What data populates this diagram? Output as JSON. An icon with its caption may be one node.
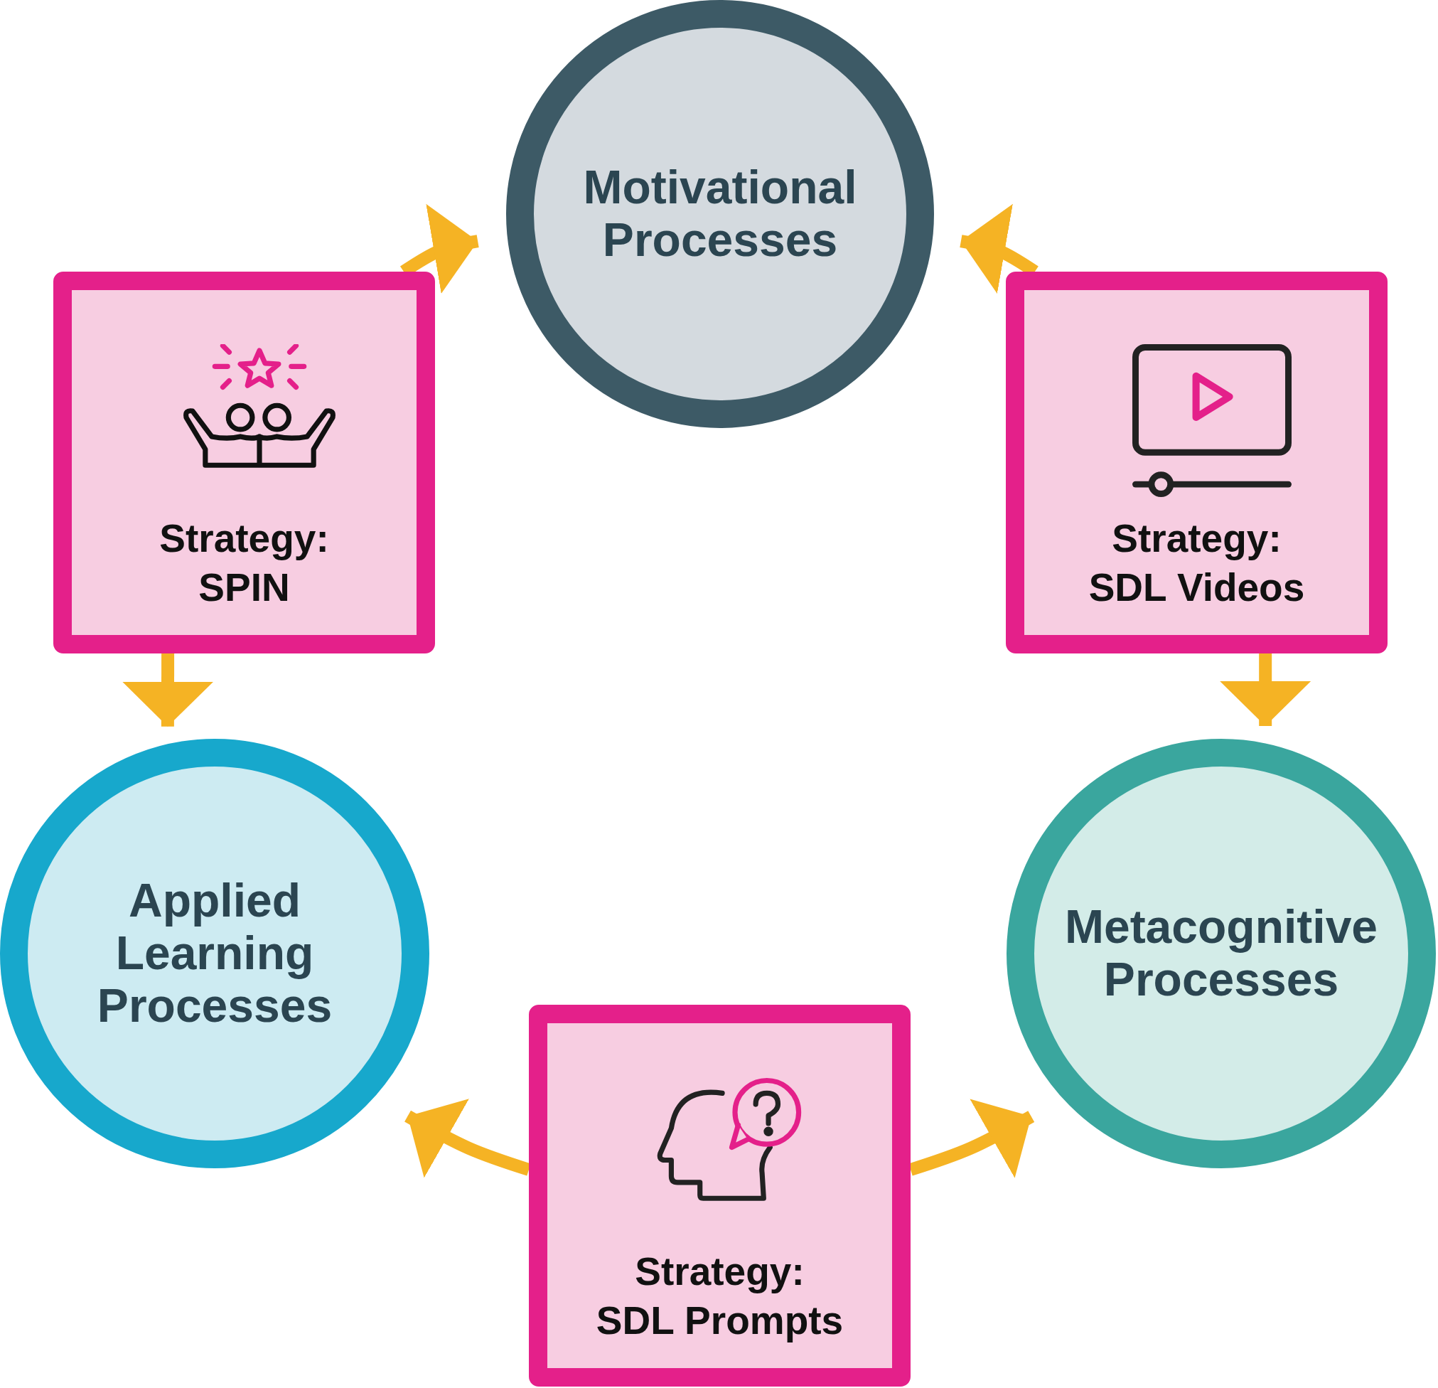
{
  "diagram": {
    "nodes": [
      {
        "text": [
          "Motivational Processes"
        ]
      },
      {
        "text": [
          "Strategy:",
          "SPIN"
        ]
      },
      {
        "text": [
          "Strategy:",
          "SDL Videos"
        ]
      },
      {
        "text": [
          "Applied Learning Processes"
        ]
      },
      {
        "text": [
          "Metacognitive Processes"
        ]
      },
      {
        "text": [
          "Strategy:",
          "SDL Prompts"
        ]
      }
    ],
    "edges": [
      {
        "from": 1,
        "to": 0,
        "arrow": "to"
      },
      {
        "from": 2,
        "to": 0,
        "arrow": "to"
      },
      {
        "from": 1,
        "to": 3,
        "arrow": "to"
      },
      {
        "from": 2,
        "to": 4,
        "arrow": "to"
      },
      {
        "from": 5,
        "to": 3,
        "arrow": "to"
      },
      {
        "from": 5,
        "to": 4,
        "arrow": "to"
      }
    ]
  }
}
